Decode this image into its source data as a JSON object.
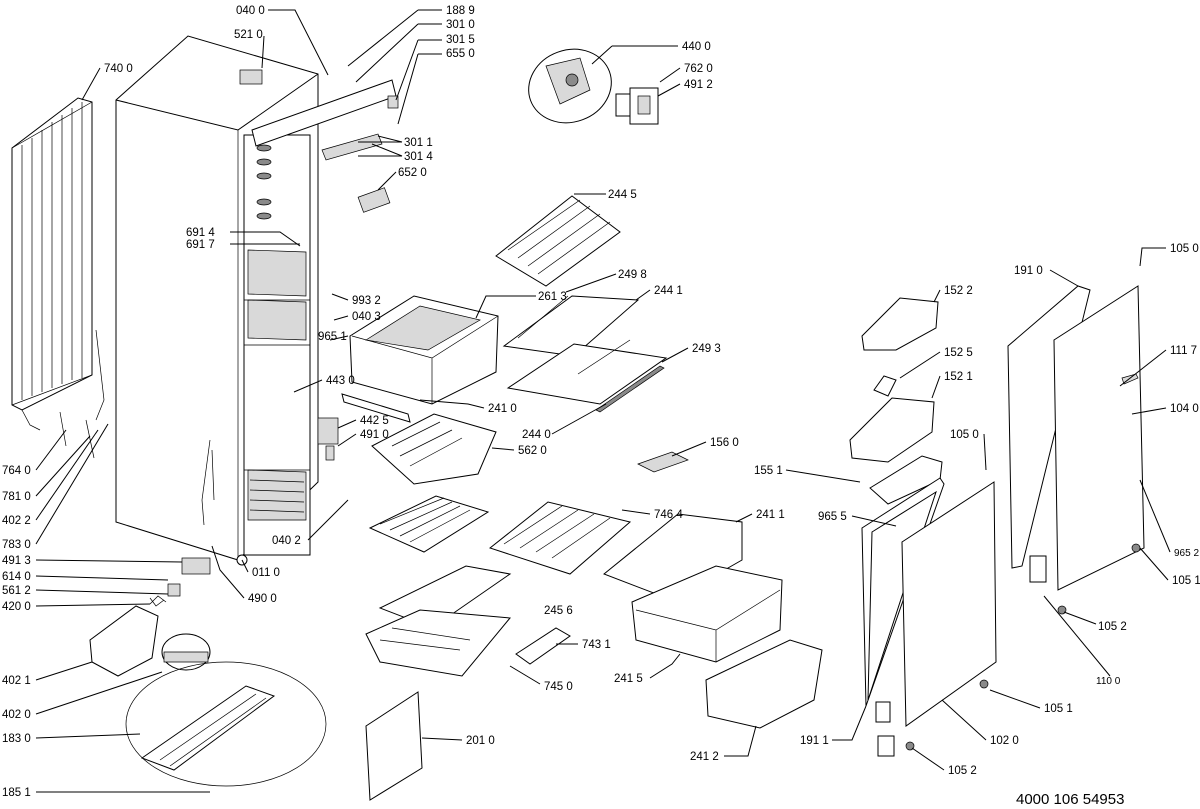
{
  "diagram": {
    "reference_code": "4000 106 54953",
    "callouts": [
      {
        "id": "040-0",
        "text": "040 0"
      },
      {
        "id": "188-9",
        "text": "188 9"
      },
      {
        "id": "301-0",
        "text": "301 0"
      },
      {
        "id": "301-5",
        "text": "301 5"
      },
      {
        "id": "655-0",
        "text": "655 0"
      },
      {
        "id": "521-0",
        "text": "521 0"
      },
      {
        "id": "740-0",
        "text": "740 0"
      },
      {
        "id": "440-0",
        "text": "440 0"
      },
      {
        "id": "762-0",
        "text": "762 0"
      },
      {
        "id": "491-2",
        "text": "491 2"
      },
      {
        "id": "301-1",
        "text": "301 1"
      },
      {
        "id": "301-4",
        "text": "301 4"
      },
      {
        "id": "652-0",
        "text": "652 0"
      },
      {
        "id": "244-5",
        "text": "244 5"
      },
      {
        "id": "691-4",
        "text": "691 4"
      },
      {
        "id": "691-7",
        "text": "691 7"
      },
      {
        "id": "249-8",
        "text": "249 8"
      },
      {
        "id": "105-0-top",
        "text": "105 0"
      },
      {
        "id": "191-0",
        "text": "191 0"
      },
      {
        "id": "993-2",
        "text": "993 2"
      },
      {
        "id": "261-3",
        "text": "261 3"
      },
      {
        "id": "244-1",
        "text": "244 1"
      },
      {
        "id": "152-2",
        "text": "152 2"
      },
      {
        "id": "040-3",
        "text": "040 3"
      },
      {
        "id": "965-1",
        "text": "965 1"
      },
      {
        "id": "249-3",
        "text": "249 3"
      },
      {
        "id": "152-5",
        "text": "152 5"
      },
      {
        "id": "111-7",
        "text": "111 7"
      },
      {
        "id": "443-0",
        "text": "443 0"
      },
      {
        "id": "152-1",
        "text": "152 1"
      },
      {
        "id": "241-0",
        "text": "241 0"
      },
      {
        "id": "104-0",
        "text": "104 0"
      },
      {
        "id": "442-5",
        "text": "442 5"
      },
      {
        "id": "244-0",
        "text": "244 0"
      },
      {
        "id": "491-0",
        "text": "491 0"
      },
      {
        "id": "105-0-mid",
        "text": "105 0"
      },
      {
        "id": "156-0",
        "text": "156 0"
      },
      {
        "id": "562-0",
        "text": "562 0"
      },
      {
        "id": "764-0",
        "text": "764 0"
      },
      {
        "id": "155-1",
        "text": "155 1"
      },
      {
        "id": "781-0",
        "text": "781 0"
      },
      {
        "id": "746-4",
        "text": "746 4"
      },
      {
        "id": "241-1",
        "text": "241 1"
      },
      {
        "id": "965-5",
        "text": "965 5"
      },
      {
        "id": "402-2",
        "text": "402 2"
      },
      {
        "id": "040-2",
        "text": "040 2"
      },
      {
        "id": "783-0",
        "text": "783 0"
      },
      {
        "id": "965-2",
        "text": "965 2"
      },
      {
        "id": "491-3",
        "text": "491 3"
      },
      {
        "id": "011-0",
        "text": "011 0"
      },
      {
        "id": "105-1-right",
        "text": "105 1"
      },
      {
        "id": "614-0",
        "text": "614 0"
      },
      {
        "id": "561-2",
        "text": "561 2"
      },
      {
        "id": "245-6",
        "text": "245 6"
      },
      {
        "id": "490-0",
        "text": "490 0"
      },
      {
        "id": "420-0",
        "text": "420 0"
      },
      {
        "id": "105-2-right",
        "text": "105 2"
      },
      {
        "id": "743-1",
        "text": "743 1"
      },
      {
        "id": "241-5",
        "text": "241 5"
      },
      {
        "id": "110-0",
        "text": "110 0"
      },
      {
        "id": "402-1",
        "text": "402 1"
      },
      {
        "id": "745-0",
        "text": "745 0"
      },
      {
        "id": "402-0",
        "text": "402 0"
      },
      {
        "id": "105-1-low",
        "text": "105 1"
      },
      {
        "id": "183-0",
        "text": "183 0"
      },
      {
        "id": "201-0",
        "text": "201 0"
      },
      {
        "id": "191-1",
        "text": "191 1"
      },
      {
        "id": "102-0",
        "text": "102 0"
      },
      {
        "id": "241-2",
        "text": "241 2"
      },
      {
        "id": "105-2-low",
        "text": "105 2"
      },
      {
        "id": "185-1",
        "text": "185 1"
      }
    ]
  }
}
